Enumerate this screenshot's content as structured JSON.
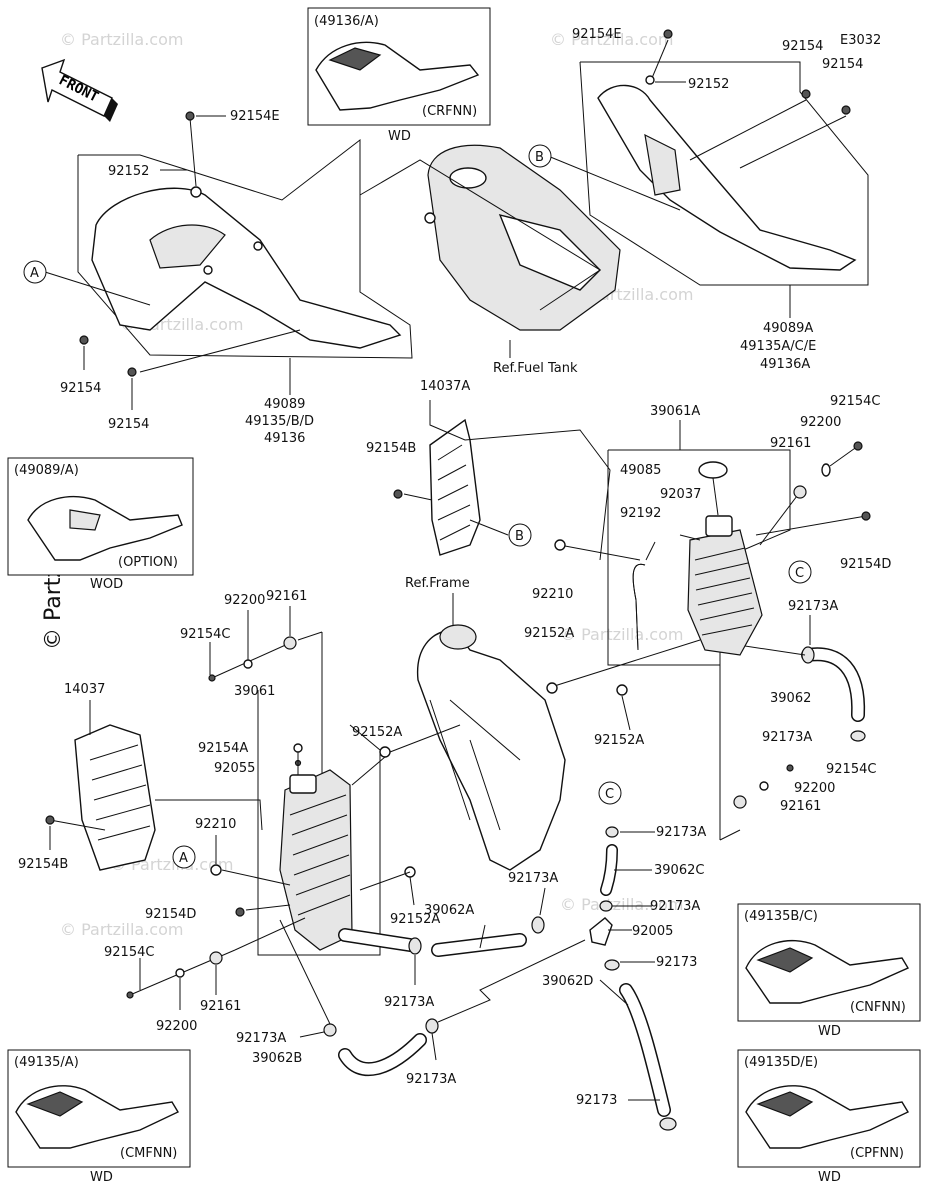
{
  "diagram_code": "E3032",
  "front_arrow_label": "FRONT",
  "watermark": "© Partzilla.com",
  "parts": {
    "p92154E_a": "92154E",
    "p92152_a": "92152",
    "p92154_a": "92154",
    "p92154_b": "92154",
    "p92154E_b": "92154E",
    "p92152_b": "92152",
    "p92154_c": "92154",
    "p92154_d": "92154",
    "p49089": "49089",
    "p49135BD": "49135/B/D",
    "p49136": "49136",
    "p49089A": "49089A",
    "p49135ACE": "49135A/C/E",
    "p49136A": "49136A",
    "ref_fuel": "Ref.Fuel Tank",
    "ref_frame": "Ref.Frame",
    "p14037A": "14037A",
    "p92154B_a": "92154B",
    "p39061A": "39061A",
    "p92154C_a": "92154C",
    "p92200_a": "92200",
    "p92161_a": "92161",
    "p49085": "49085",
    "p92037": "92037",
    "p92192": "92192",
    "p92154D_a": "92154D",
    "p92210_a": "92210",
    "p92152A_a": "92152A",
    "p92173A_a": "92173A",
    "p39062": "39062",
    "p92173A_b": "92173A",
    "p92154C_b": "92154C",
    "p92200_b": "92200",
    "p92161_b": "92161",
    "p92152A_b": "92152A",
    "p92161_c": "92161",
    "p92200_c": "92200",
    "p92154C_c": "92154C",
    "p39061": "39061",
    "p14037": "14037",
    "p92154A": "92154A",
    "p92055": "92055",
    "p92152A_c": "92152A",
    "p92210_b": "92210",
    "p92154B_b": "92154B",
    "p92154D_b": "92154D",
    "p92152A_d": "92152A",
    "p92173A_c": "92173A",
    "p39062C": "39062C",
    "p92173A_d": "92173A",
    "p92005": "92005",
    "p92173_a": "92173",
    "p39062A": "39062A",
    "p92173A_e": "92173A",
    "p92154C_d": "92154C",
    "p92200_d": "92200",
    "p92161_d": "92161",
    "p92173A_f": "92173A",
    "p39062B": "39062B",
    "p92173A_g": "92173A",
    "p39062D": "39062D",
    "p92173_b": "92173"
  },
  "callouts": {
    "A1": "A",
    "A2": "A",
    "B1": "B",
    "B2": "B",
    "C1": "C",
    "C2": "C"
  },
  "insets": [
    {
      "code": "(49136/A)",
      "variant": "(CRFNN)",
      "tag": "WD"
    },
    {
      "code": "(49089/A)",
      "variant": "(OPTION)",
      "tag": "WOD"
    },
    {
      "code": "(49135B/C)",
      "variant": "(CNFNN)",
      "tag": "WD"
    },
    {
      "code": "(49135/A)",
      "variant": "(CMFNN)",
      "tag": "WD"
    },
    {
      "code": "(49135D/E)",
      "variant": "(CPFNN)",
      "tag": "WD"
    }
  ]
}
